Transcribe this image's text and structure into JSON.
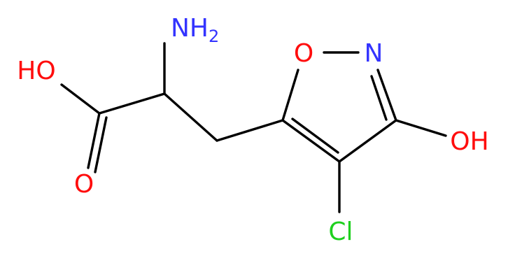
{
  "molecule": {
    "atoms": {
      "amino": {
        "main": "NH",
        "sub": "2"
      },
      "acid_hydroxyl": "HO",
      "carbonyl_oxygen": "O",
      "ring_oxygen": "O",
      "ring_nitrogen": "N",
      "ring_hydroxyl": "OH",
      "chlorine": "Cl"
    },
    "colors": {
      "bond": "#000000",
      "nitrogen": "#3333ff",
      "oxygen": "#ff0d0d",
      "chlorine": "#1fd01f"
    }
  }
}
